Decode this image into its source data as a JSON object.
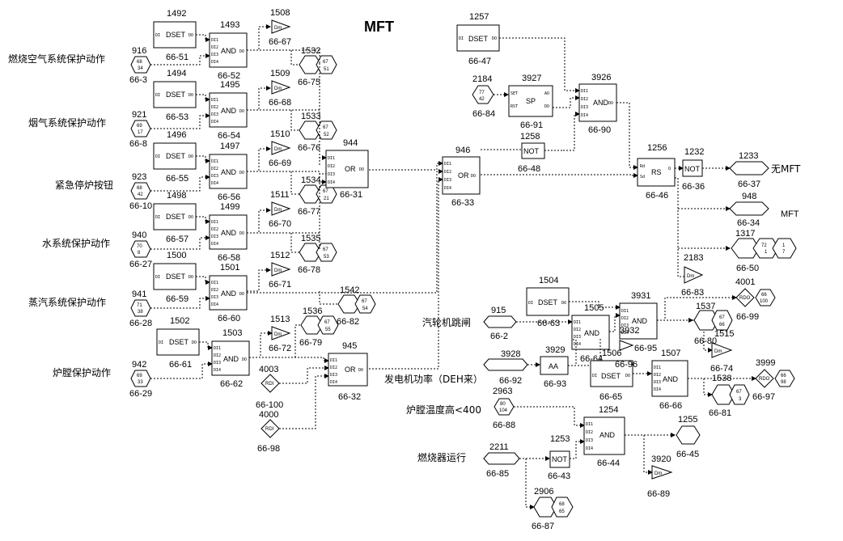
{
  "title": "MFT",
  "inputs": [
    {
      "label": "燃烧空气系统保护动作",
      "id": "916",
      "tag": [
        "68",
        "34"
      ],
      "ref": "66-3"
    },
    {
      "label": "烟气系统保护动作",
      "id": "921",
      "tag": [
        "69",
        "17"
      ],
      "ref": "66-8"
    },
    {
      "label": "紧急停炉按钮",
      "id": "923",
      "tag": [
        "68",
        "42"
      ],
      "ref": "66-10"
    },
    {
      "label": "水系统保护动作",
      "id": "940",
      "tag": [
        "70",
        "8"
      ],
      "ref": "66-27"
    },
    {
      "label": "蒸汽系统保护动作",
      "id": "941",
      "tag": [
        "71",
        "38"
      ],
      "ref": "66-28"
    },
    {
      "label": "炉膛保护动作",
      "id": "942",
      "tag": [
        "69",
        "33"
      ],
      "ref": "66-29"
    }
  ],
  "dsets": [
    {
      "id": "1492",
      "ref": "66-51"
    },
    {
      "id": "1494",
      "ref": "66-53"
    },
    {
      "id": "1496",
      "ref": "66-55"
    },
    {
      "id": "1498",
      "ref": "66-57"
    },
    {
      "id": "1500",
      "ref": "66-59"
    },
    {
      "id": "1502",
      "ref": "66-61"
    }
  ],
  "ands": [
    {
      "id": "1493",
      "ref": "66-52"
    },
    {
      "id": "1495",
      "ref": "66-54"
    },
    {
      "id": "1497",
      "ref": "66-56"
    },
    {
      "id": "1499",
      "ref": "66-58"
    },
    {
      "id": "1501",
      "ref": "66-60"
    },
    {
      "id": "1503",
      "ref": "66-62"
    }
  ],
  "dms": [
    {
      "id": "1508",
      "ref": "66-67"
    },
    {
      "id": "1509",
      "ref": "66-68"
    },
    {
      "id": "1510",
      "ref": "66-69"
    },
    {
      "id": "1511",
      "ref": "66-70"
    },
    {
      "id": "1512",
      "ref": "66-71"
    },
    {
      "id": "1513",
      "ref": "66-72"
    }
  ],
  "hexouts": [
    {
      "id": "1532",
      "ref": "66-75",
      "tag": [
        "67",
        "51"
      ]
    },
    {
      "id": "1533",
      "ref": "66-76",
      "tag": [
        "67",
        "52"
      ]
    },
    {
      "id": "1534",
      "ref": "66-77",
      "tag": [
        "67",
        "21"
      ]
    },
    {
      "id": "1535",
      "ref": "66-78",
      "tag": [
        "67",
        "53"
      ]
    },
    {
      "id": "1542",
      "ref": "66-82",
      "tag": [
        "67",
        "54"
      ]
    },
    {
      "id": "1536",
      "ref": "66-79",
      "tag": [
        "67",
        "55"
      ]
    }
  ],
  "or944": {
    "id": "944",
    "ref": "66-31",
    "name": "OR"
  },
  "or945": {
    "id": "945",
    "ref": "66-32",
    "name": "OR"
  },
  "or946": {
    "id": "946",
    "ref": "66-33",
    "name": "OR"
  },
  "rdi4003": {
    "id": "4003",
    "ref": "66-100",
    "name": "RDI"
  },
  "rdi4000": {
    "id": "4000",
    "ref": "66-98",
    "name": "RDI"
  },
  "dset1257": {
    "id": "1257",
    "ref": "66-47",
    "name": "DSET"
  },
  "hex2184": {
    "id": "2184",
    "ref": "66-84",
    "tag": [
      "77",
      "42"
    ]
  },
  "sp3927": {
    "id": "3927",
    "ref": "66-91",
    "name": "SP"
  },
  "and3926": {
    "id": "3926",
    "ref": "66-90",
    "name": "AND"
  },
  "not1258": {
    "id": "1258",
    "ref": "66-48",
    "name": "NOT"
  },
  "rs1256": {
    "id": "1256",
    "ref": "66-46",
    "name": "RS"
  },
  "not1232": {
    "id": "1232",
    "ref": "66-36",
    "name": "NOT"
  },
  "out1233": {
    "id": "1233",
    "ref": "66-37",
    "label": "无MFT"
  },
  "out948": {
    "id": "948",
    "ref": "66-34",
    "label": "MFT"
  },
  "hex1317": {
    "id": "1317",
    "ref": "66-50",
    "tag1": [
      "72",
      "1"
    ],
    "tag2": [
      "1",
      "7"
    ]
  },
  "dm2183": {
    "id": "2183",
    "ref": "66-83"
  },
  "turbine": {
    "label": "汽轮机跳闸",
    "id": "915",
    "ref": "66-2"
  },
  "dset1504": {
    "id": "1504",
    "ref": "66-63",
    "name": "DSET"
  },
  "and1505": {
    "id": "1505",
    "ref": "66-64",
    "name": "AND"
  },
  "and3931": {
    "id": "3931",
    "ref": "66-95",
    "name": "AND"
  },
  "dm3932": {
    "id": "3932"
  },
  "rdo4001": {
    "id": "4001",
    "ref": "66-99",
    "name": "RDO",
    "tag": [
      "66",
      "100"
    ]
  },
  "hex1537": {
    "id": "1537",
    "ref": "66-80",
    "tag": [
      "67",
      "66"
    ]
  },
  "dm1515": {
    "id": "1515",
    "ref": "66-74"
  },
  "gen": {
    "label": "发电机功率（DEH来）",
    "id": "3928",
    "ref": "66-92"
  },
  "aa3929": {
    "id": "3929",
    "ref": "66-93",
    "name": "AA"
  },
  "dset1506": {
    "id": "1506",
    "ref": "66-65",
    "name": "DSET",
    "ref2": "66-96"
  },
  "and1507": {
    "id": "1507",
    "ref": "66-66",
    "name": "AND"
  },
  "rdo3999": {
    "id": "3999",
    "ref": "66-97",
    "name": "RDO",
    "tag": [
      "66",
      "98"
    ]
  },
  "hex1538": {
    "id": "1538",
    "ref": "66-81",
    "tag": [
      "67",
      "3"
    ]
  },
  "furnace": {
    "label": "炉膛温度高<400",
    "id": "2963",
    "ref": "66-88",
    "tag": [
      "80",
      "104"
    ]
  },
  "and1254": {
    "id": "1254",
    "ref": "66-44",
    "name": "AND"
  },
  "hex1255": {
    "id": "1255",
    "ref": "66-45"
  },
  "dm3920": {
    "id": "3920",
    "ref": "66-89"
  },
  "burner": {
    "label": "燃烧器运行",
    "id": "2211",
    "ref": "66-85"
  },
  "not1253": {
    "id": "1253",
    "ref": "66-43",
    "name": "NOT"
  },
  "hex2906": {
    "id": "2906",
    "ref": "66-87",
    "tag": [
      "68",
      "65"
    ]
  },
  "dset_name": "DSET",
  "and_name": "AND",
  "dm_name": "Dm"
}
